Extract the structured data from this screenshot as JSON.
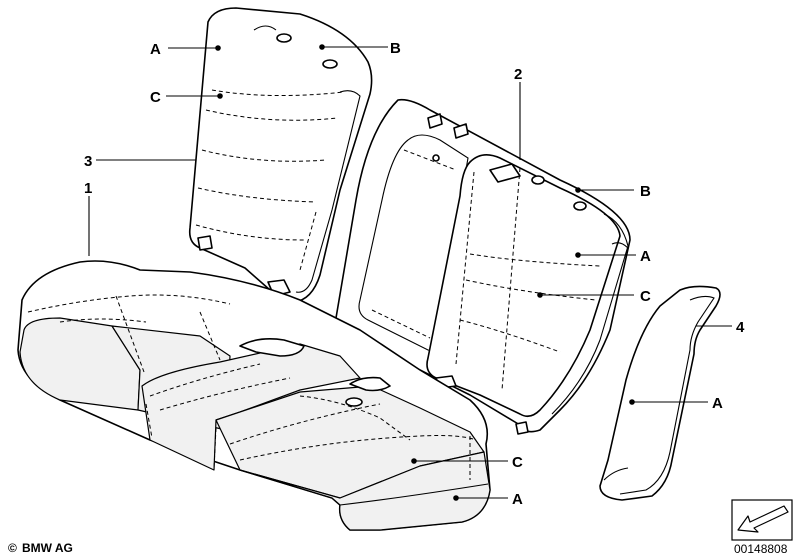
{
  "callouts": {
    "part_1": "1",
    "part_2": "2",
    "part_3": "3",
    "part_4": "4",
    "a": "A",
    "b": "B",
    "c": "C"
  },
  "footer": {
    "copyright_symbol": "©",
    "copyright_text": "BMW AG",
    "diagram_number": "00148808"
  },
  "icons": {
    "nav_arrow": "arrow-icon"
  }
}
